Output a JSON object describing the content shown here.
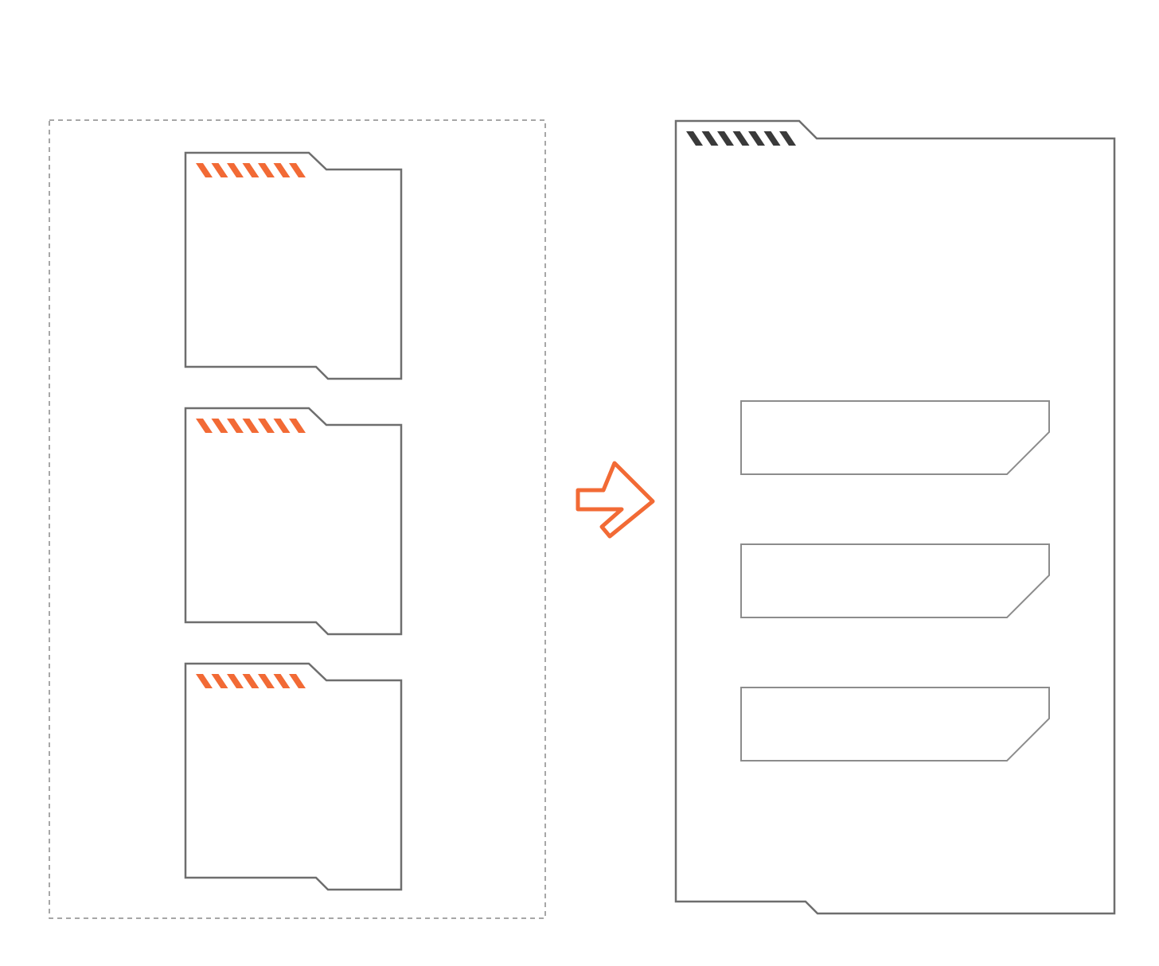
{
  "colors": {
    "background": "#ffffff",
    "outline": "#6e6e6e",
    "dashed_border": "#8a8a8a",
    "accent": "#f26a35",
    "stripe_dark": "#3a3a3a",
    "slot_outline": "#8c8c8c"
  },
  "source_group": {
    "border_style": "dashed",
    "card_count": 3,
    "card_tab_stripes": 7,
    "card_stripe_color": "accent"
  },
  "arrow": {
    "icon": "arrow-right-icon",
    "color": "accent",
    "direction": "right"
  },
  "target_container": {
    "tab_stripes": 7,
    "tab_stripe_color": "stripe_dark",
    "slot_count": 3,
    "slot_corner": "bottom-right-chamfer"
  }
}
